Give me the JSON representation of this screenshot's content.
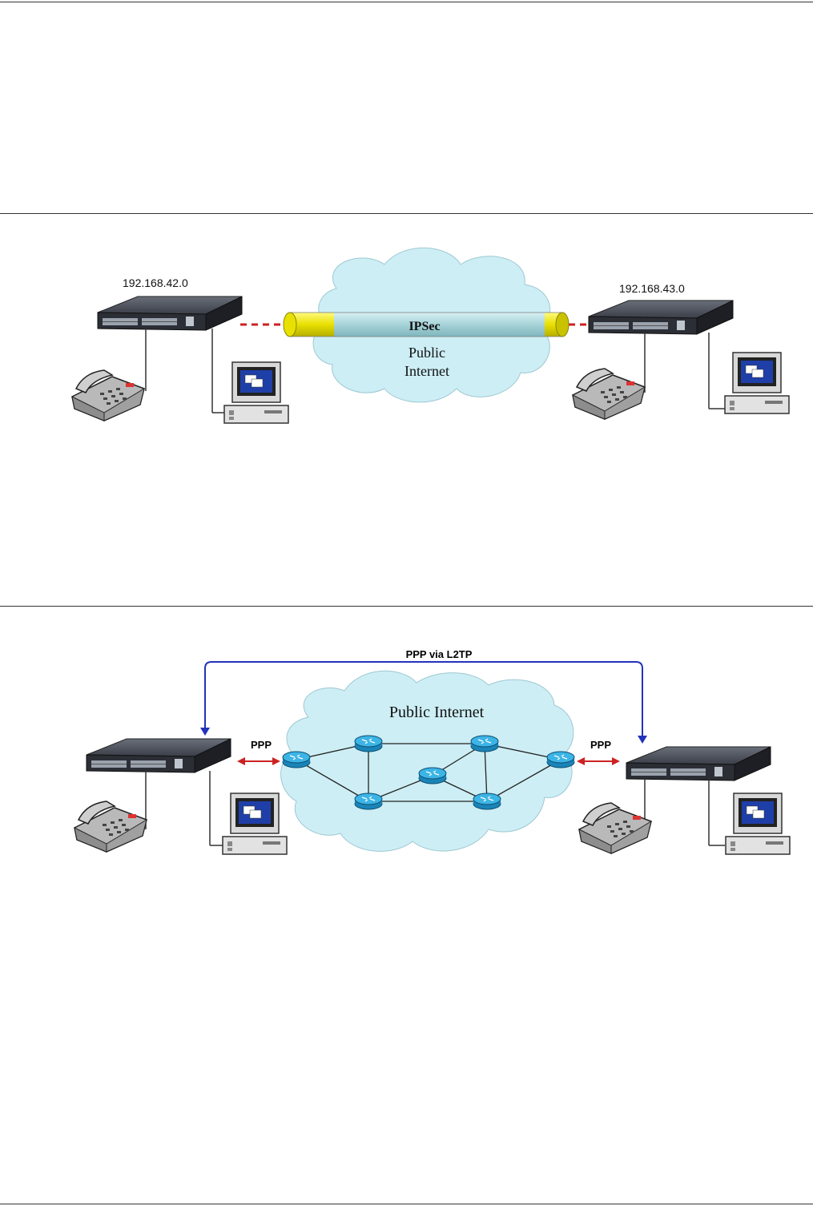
{
  "diagram1": {
    "network_left": "192.168.42.0",
    "network_right": "192.168.43.0",
    "tunnel_label": "IPSec",
    "cloud_label_line1": "Public",
    "cloud_label_line2": "Internet"
  },
  "diagram2": {
    "tunnel_label": "PPP via L2TP",
    "cloud_label": "Public Internet",
    "ppp_left": "PPP",
    "ppp_right": "PPP"
  },
  "colors": {
    "cloud": "#cdeef5",
    "tunnel_yellow": "#e8e000",
    "tunnel_cyan": "#a9d8dd",
    "red_link": "#cc2222",
    "blue_arrow": "#2233bb",
    "router": "#2aa0d8"
  }
}
